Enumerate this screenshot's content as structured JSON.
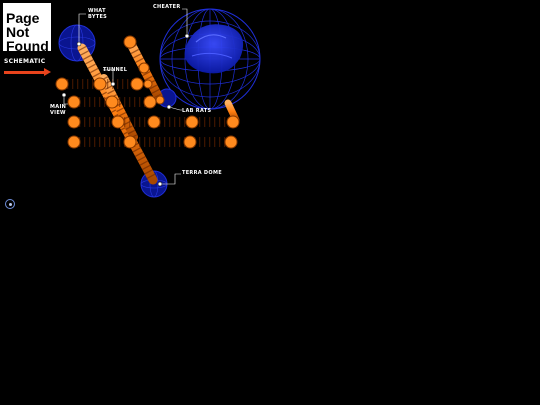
{
  "page_banner": {
    "text": "Page Not Found"
  },
  "nav": {
    "schematic_label": "SCHEMATIC"
  },
  "locations": {
    "what_bytes": "WHAT\nBYTES",
    "cheater": "CHEATER",
    "tunnel": "TUNNEL",
    "main_view": "MAIN\nVIEW",
    "lab_rats": "LAB RATS",
    "terra_dome": "TERRA DOME"
  },
  "colors": {
    "background": "#000000",
    "pipe_orange": "#ff8a1e",
    "pipe_dark": "#b24e00",
    "sphere_blue": "#1f2fd8",
    "sphere_dark": "#0a1590",
    "arrow_red": "#e8431c",
    "label_white": "#ffffff"
  },
  "icons": {
    "zoom_target": "crosshair-target-icon"
  }
}
